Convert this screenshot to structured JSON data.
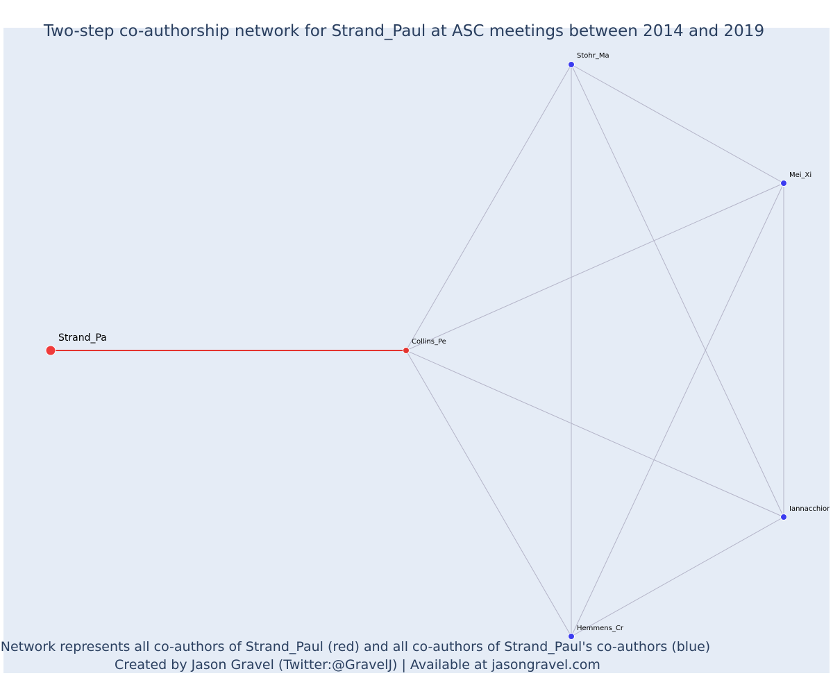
{
  "title": "Two-step co-authorship network for Strand_Paul at ASC meetings between 2014 and 2019",
  "caption_line1": "Network represents all co-authors of Strand_Paul (red) and all co-authors of Strand_Paul's co-authors (blue)",
  "caption_line2": "Created by Jason Gravel (Twitter:@GravelJ) | Available at jasongravel.com",
  "colors": {
    "plot_background": "#e5ecf6",
    "focal_color": "#ef3b3b",
    "direct_color": "#e3342f",
    "second_step_color": "#3b3bef",
    "focal_edge": "#e3342f",
    "other_edge": "#b4b4c8",
    "text": "#2a3f5f"
  },
  "nodes": [
    {
      "id": "Strand_Pa",
      "label": "Strand_Pa",
      "group": "focal"
    },
    {
      "id": "Collins_Pe",
      "label": "Collins_Pe",
      "group": "coauthor"
    },
    {
      "id": "Stohr_Ma",
      "label": "Stohr_Ma",
      "group": "second_step"
    },
    {
      "id": "Mei_Xi",
      "label": "Mei_Xi",
      "group": "second_step"
    },
    {
      "id": "Iannacchione",
      "label": "Iannacchione",
      "group": "second_step"
    },
    {
      "id": "Hemmens_Cr",
      "label": "Hemmens_Cr",
      "group": "second_step"
    }
  ],
  "edges": [
    {
      "source": "Strand_Pa",
      "target": "Collins_Pe",
      "focal": true
    },
    {
      "source": "Collins_Pe",
      "target": "Stohr_Ma",
      "focal": false
    },
    {
      "source": "Collins_Pe",
      "target": "Mei_Xi",
      "focal": false
    },
    {
      "source": "Collins_Pe",
      "target": "Iannacchione",
      "focal": false
    },
    {
      "source": "Collins_Pe",
      "target": "Hemmens_Cr",
      "focal": false
    },
    {
      "source": "Stohr_Ma",
      "target": "Mei_Xi",
      "focal": false
    },
    {
      "source": "Stohr_Ma",
      "target": "Iannacchione",
      "focal": false
    },
    {
      "source": "Stohr_Ma",
      "target": "Hemmens_Cr",
      "focal": false
    },
    {
      "source": "Mei_Xi",
      "target": "Iannacchione",
      "focal": false
    },
    {
      "source": "Mei_Xi",
      "target": "Hemmens_Cr",
      "focal": false
    },
    {
      "source": "Iannacchione",
      "target": "Hemmens_Cr",
      "focal": false
    }
  ]
}
